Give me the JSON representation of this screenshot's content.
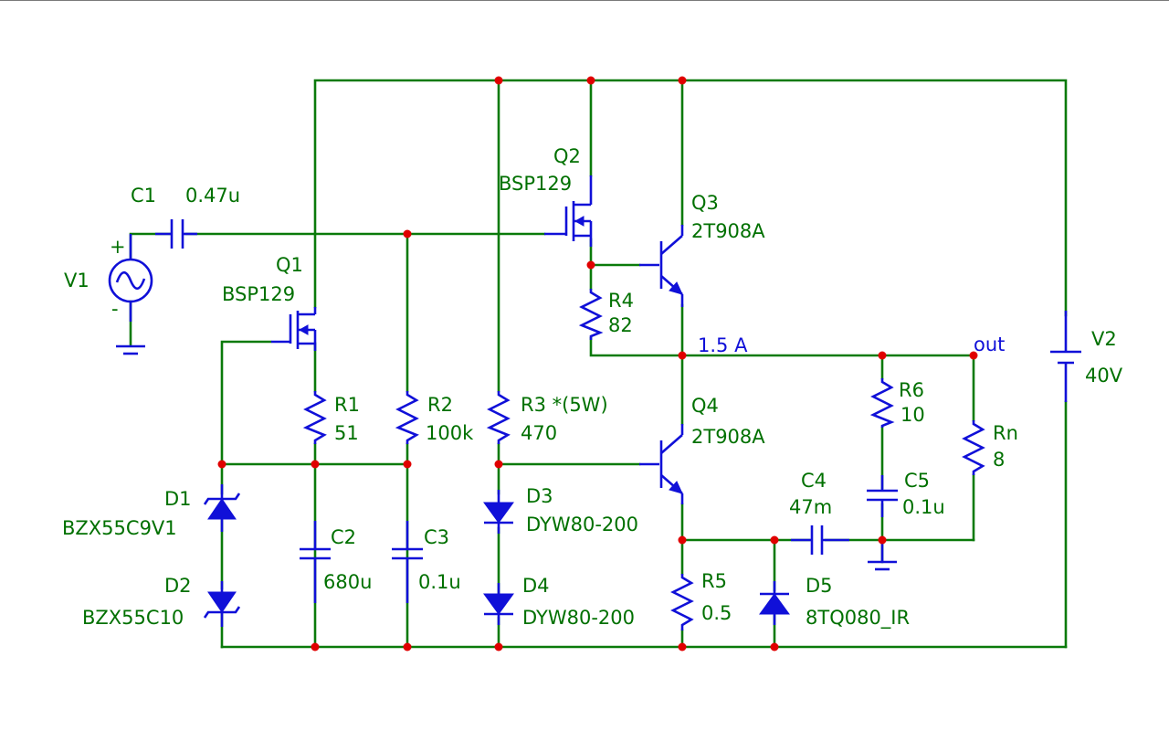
{
  "labels": {
    "C1": "C1",
    "C1_val": "0.47u",
    "V1": "V1",
    "Q1": "Q1",
    "Q1_val": "BSP129",
    "Q2": "Q2",
    "Q2_val": "BSP129",
    "Q3": "Q3",
    "Q3_val": "2T908A",
    "Q4": "Q4",
    "Q4_val": "2T908A",
    "R1": "R1",
    "R1_val": "51",
    "R2": "R2",
    "R2_val": "100k",
    "R3": "R3 *(5W)",
    "R3_val": "470",
    "R4": "R4",
    "R4_val": "82",
    "R5": "R5",
    "R5_val": "0.5",
    "R6": "R6",
    "R6_val": "10",
    "Rn": "Rn",
    "Rn_val": "8",
    "C2": "C2",
    "C2_val": "680u",
    "C3": "C3",
    "C3_val": "0.1u",
    "C4": "C4",
    "C4_val": "47m",
    "C5": "C5",
    "C5_val": "0.1u",
    "D1": "D1",
    "D1_val": "BZX55C9V1",
    "D2": "D2",
    "D2_val": "BZX55C10",
    "D3": "D3",
    "D3_val": "DYW80-200",
    "D4": "D4",
    "D4_val": "DYW80-200",
    "D5": "D5",
    "D5_val": "8TQ080_IR",
    "V2": "V2",
    "V2_val": "40V",
    "current": "1.5 A",
    "out": "out",
    "v1_plus": "+",
    "v1_minus": "-"
  },
  "colors": {
    "wire": "#0a7a0a",
    "component": "#1010d8",
    "node": "#e00000",
    "label": "#007000",
    "annotation": "#1010d8"
  }
}
